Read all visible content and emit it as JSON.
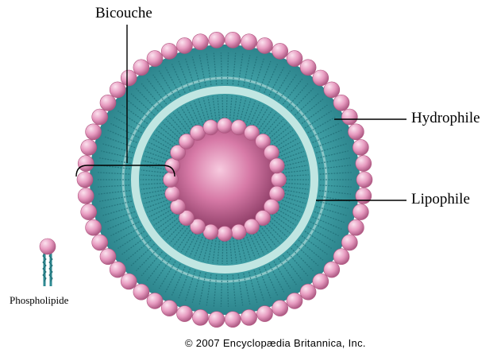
{
  "labels": {
    "bilayer": "Bicouche",
    "hydrophilic": "Hydrophile",
    "lipophilic": "Lipophile",
    "phospholipid": "Phospholipide"
  },
  "copyright": "© 2007 Encyclopædia Britannica, Inc.",
  "colors": {
    "head": "#e8a2c4",
    "head_dark": "#b0557f",
    "tail": "#2e8a92",
    "tail_light": "#8fcfd0",
    "core": "#d26fa0"
  }
}
